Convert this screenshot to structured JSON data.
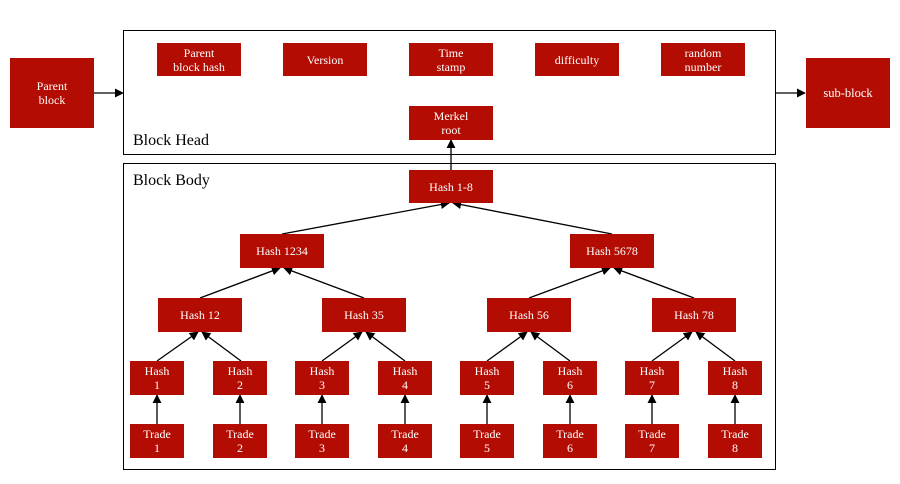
{
  "colors": {
    "node_fill": "#b30c02",
    "node_text": "#ffffff",
    "line": "#000000"
  },
  "outer": {
    "parent_block": "Parent\nblock",
    "sub_block": "sub-block"
  },
  "block_head": {
    "label": "Block Head",
    "fields": {
      "parent_hash": "Parent\nblock hash",
      "version": "Version",
      "timestamp": "Time\nstamp",
      "difficulty": "difficulty",
      "random": "random\nnumber"
    },
    "merkel_root": "Merkel\nroot"
  },
  "block_body": {
    "label": "Block Body",
    "root": "Hash 1-8",
    "level2": {
      "left": "Hash 1234",
      "right": "Hash 5678"
    },
    "level3": {
      "h12": "Hash 12",
      "h35": "Hash 35",
      "h56": "Hash 56",
      "h78": "Hash 78"
    },
    "hashes": [
      "Hash\n1",
      "Hash\n2",
      "Hash\n3",
      "Hash\n4",
      "Hash\n5",
      "Hash\n6",
      "Hash\n7",
      "Hash\n8"
    ],
    "trades": [
      "Trade\n1",
      "Trade\n2",
      "Trade\n3",
      "Trade\n4",
      "Trade\n5",
      "Trade\n6",
      "Trade\n7",
      "Trade\n8"
    ]
  }
}
